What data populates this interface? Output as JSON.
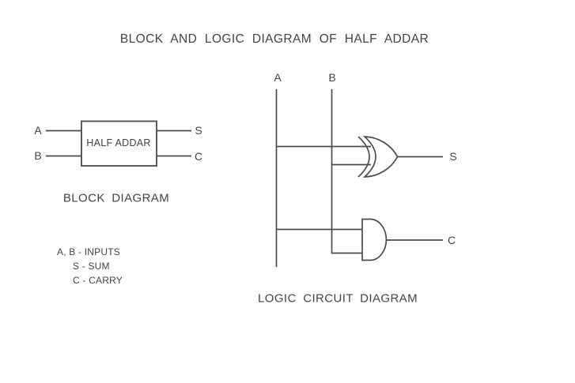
{
  "title": "BLOCK AND LOGIC DIAGRAM OF HALF ADDAR",
  "block_diagram": {
    "caption": "BLOCK DIAGRAM",
    "box_label": "HALF ADDAR",
    "input_a": "A",
    "input_b": "B",
    "output_s": "S",
    "output_c": "C"
  },
  "logic_diagram": {
    "caption": "LOGIC CIRCUIT DIAGRAM",
    "input_a": "A",
    "input_b": "B",
    "output_s": "S",
    "output_c": "C",
    "sum_gate_icon": "xor-gate",
    "carry_gate_icon": "and-gate"
  },
  "legend": {
    "inputs": "A, B - INPUTS",
    "sum": "S - SUM",
    "carry": "C - CARRY"
  },
  "colors": {
    "ink": "#3f444c",
    "background": "#ffffff"
  }
}
